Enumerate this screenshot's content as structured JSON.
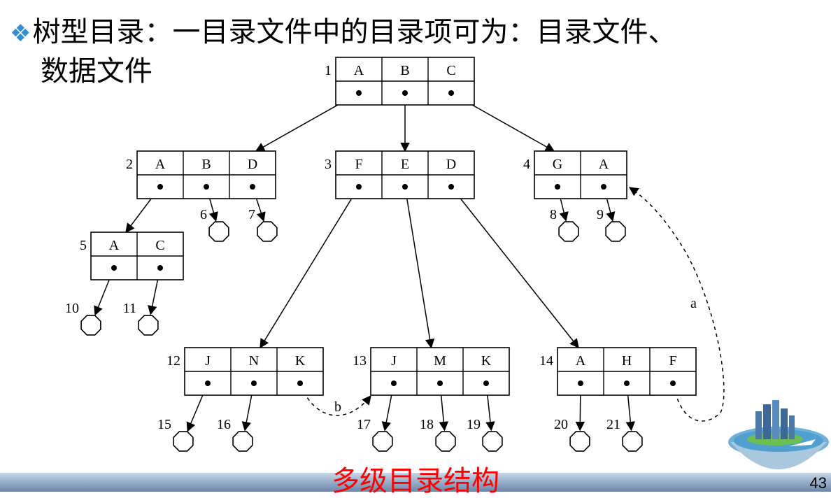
{
  "heading": {
    "bullet_icon": "diamond-cluster-icon",
    "line1": "树型目录：一目录文件中的目录项可为：目录文件、",
    "line2": "数据文件"
  },
  "footer": {
    "title": "多级目录结构",
    "page_number": "43"
  },
  "colors": {
    "bullet": "#2f8fd8",
    "footer_title": "#ff0000",
    "footer_bar": "#8aa2c2"
  },
  "diagram": {
    "directories": [
      {
        "id": "1",
        "entries": [
          "A",
          "B",
          "C"
        ]
      },
      {
        "id": "2",
        "entries": [
          "A",
          "B",
          "D"
        ]
      },
      {
        "id": "3",
        "entries": [
          "F",
          "E",
          "D"
        ]
      },
      {
        "id": "4",
        "entries": [
          "G",
          "A"
        ]
      },
      {
        "id": "5",
        "entries": [
          "A",
          "C"
        ]
      },
      {
        "id": "12",
        "entries": [
          "J",
          "N",
          "K"
        ]
      },
      {
        "id": "13",
        "entries": [
          "J",
          "M",
          "K"
        ]
      },
      {
        "id": "14",
        "entries": [
          "A",
          "H",
          "F"
        ]
      }
    ],
    "files": [
      "6",
      "7",
      "8",
      "9",
      "10",
      "11",
      "15",
      "16",
      "17",
      "18",
      "19",
      "20",
      "21"
    ],
    "links": [
      {
        "from": "14.F",
        "to": "4",
        "label": "a"
      },
      {
        "from": "12.K",
        "to": "13",
        "label": "b"
      }
    ]
  }
}
